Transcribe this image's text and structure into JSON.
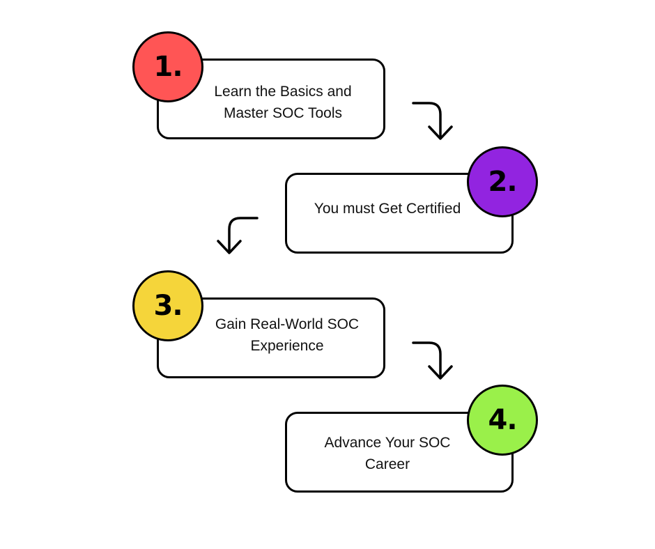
{
  "steps": [
    {
      "number": "1.",
      "text": "Learn the Basics and\nMaster SOC Tools",
      "color": "#FF5555"
    },
    {
      "number": "2.",
      "text": "You must Get Certified",
      "color": "#9224E0"
    },
    {
      "number": "3.",
      "text": "Gain Real-World SOC\nExperience",
      "color": "#F5D53A"
    },
    {
      "number": "4.",
      "text": "Advance Your SOC\nCareer",
      "color": "#9AF04A"
    }
  ],
  "arrows": [
    {
      "icon": "curved-arrow-down-right-icon"
    },
    {
      "icon": "curved-arrow-down-left-icon"
    },
    {
      "icon": "curved-arrow-down-right-icon"
    }
  ]
}
